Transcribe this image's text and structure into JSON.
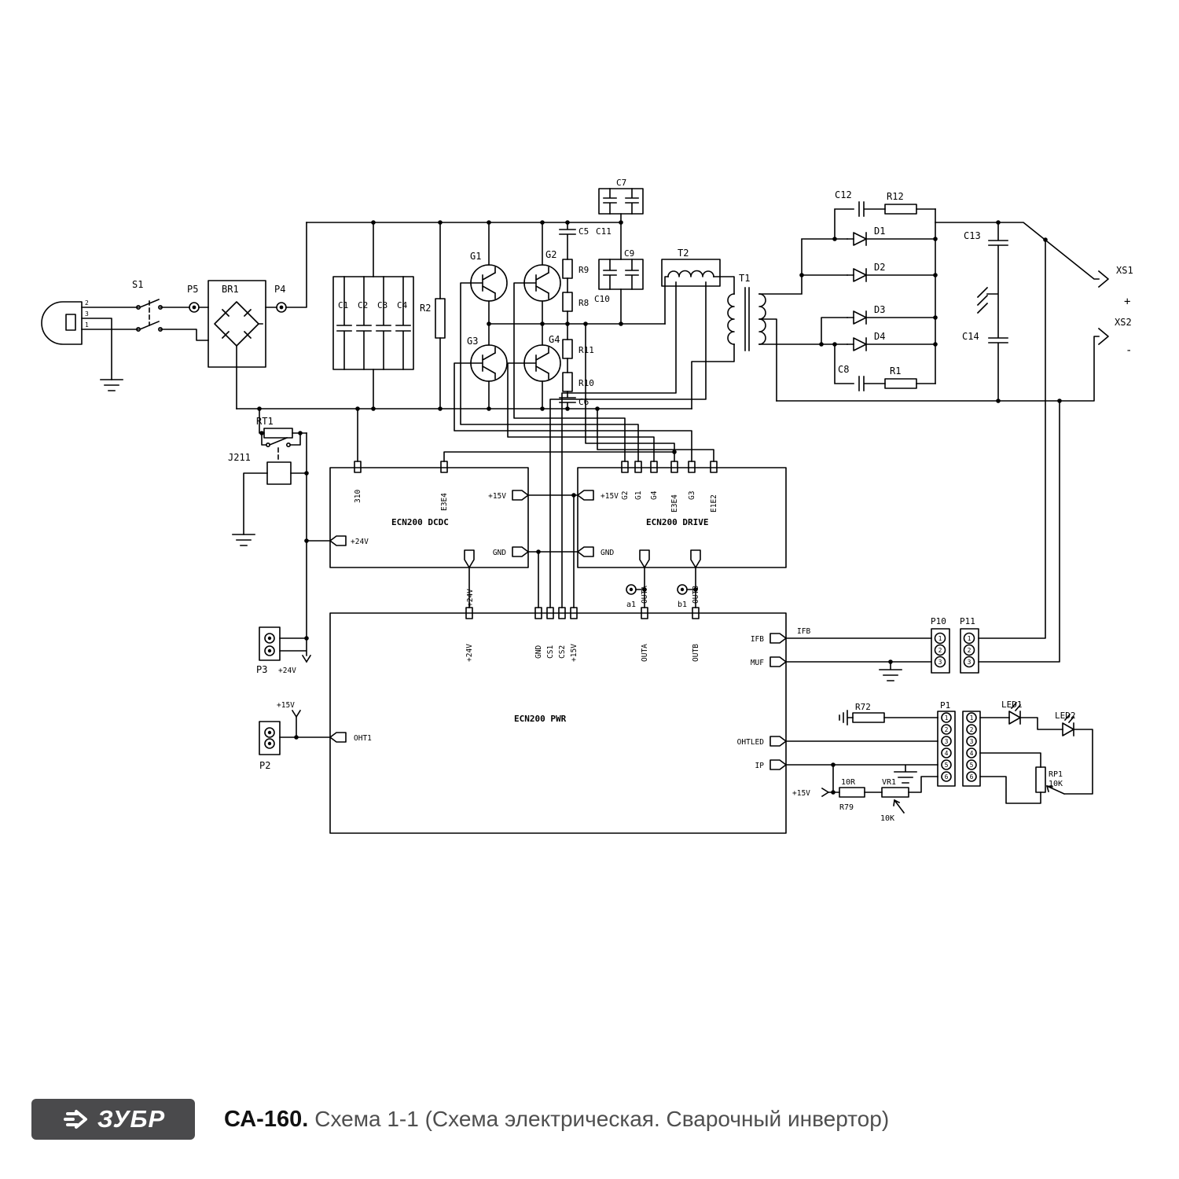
{
  "footer": {
    "brand": "ЗУБР",
    "model": "СА-160.",
    "caption": "Схема 1-1 (Схема электрическая. Сварочный инвертор)"
  },
  "colors": {
    "line": "#000000",
    "footer_bg": "#4a4a4c",
    "caption_gray": "#4f4f4f"
  },
  "labels": {
    "s1": "S1",
    "p5": "P5",
    "br1": "BR1",
    "p4": "P4",
    "c1": "C1",
    "c2": "C2",
    "c3": "C3",
    "c4": "C4",
    "r2": "R2",
    "g1": "G1",
    "g2": "G2",
    "g3": "G3",
    "g4": "G4",
    "c5": "C5",
    "c6": "C6",
    "c7": "C7",
    "c9": "C9",
    "c10": "C10",
    "c11": "C11",
    "r8": "R8",
    "r9": "R9",
    "r10": "R10",
    "r11": "R11",
    "t1": "T1",
    "t2": "T2",
    "d1": "D1",
    "d2": "D2",
    "d3": "D3",
    "d4": "D4",
    "c12": "C12",
    "r12": "R12",
    "c8": "C8",
    "r1": "R1",
    "c13": "C13",
    "c14": "C14",
    "xs1": "XS1",
    "xs2": "XS2",
    "plus": "+",
    "minus": "-",
    "rt1": "RT1",
    "j211": "J211",
    "board_dcdc": "ECN200 DCDC",
    "board_drive": "ECN200 DRIVE",
    "board_pwr": "ECN200 PWR",
    "pin_310": "310",
    "e3e4": "E3E4",
    "e1e2": "E1E2",
    "v15": "+15V",
    "v24": "+24V",
    "gnd": "GND",
    "outa": "OUTA",
    "outb": "OUTB",
    "a1": "a1",
    "b1": "b1",
    "cs1": "CS1",
    "cs2": "CS2",
    "ifb": "IFB",
    "muf": "MUF",
    "ohtled": "OHTLED",
    "ip": "IP",
    "oht1": "OHT1",
    "p1": "P1",
    "p2": "P2",
    "p3": "P3",
    "p10": "P10",
    "p11": "P11",
    "led1": "LED1",
    "led2": "LED2",
    "r72": "R72",
    "rp1": "RP1",
    "rp1_val": "10K",
    "r79": "R79",
    "r79_val": "10R",
    "vr1": "VR1",
    "vr1_val": "10K",
    "plug_pins": [
      "2",
      "3",
      "1"
    ],
    "pins3": [
      "1",
      "2",
      "3"
    ],
    "pins6": [
      "1",
      "2",
      "3",
      "4",
      "5",
      "6"
    ]
  }
}
